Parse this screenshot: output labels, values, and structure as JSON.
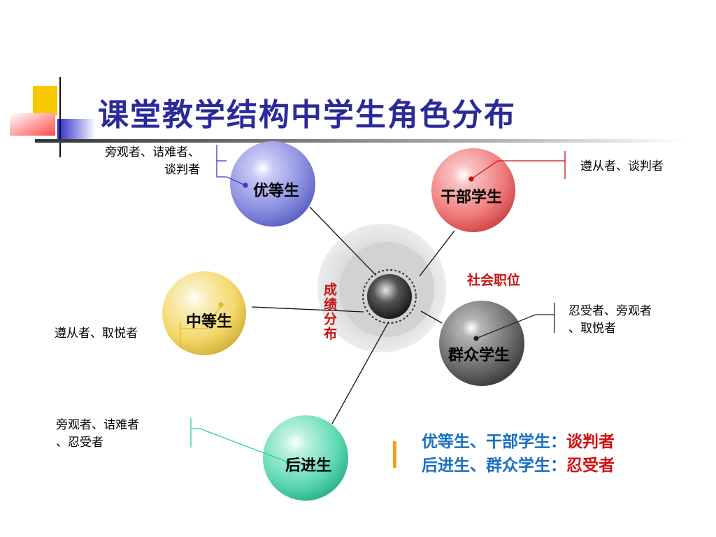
{
  "title": "课堂教学结构中学生角色分布",
  "center": {
    "grade_axis_label": "成绩分布",
    "social_axis_label": "社会职位"
  },
  "nodes": {
    "excellent": {
      "label": "优等生",
      "roles_line1": "旁观者、诘难者、",
      "roles_line2": "谈判者",
      "color": "#8a8ee0"
    },
    "cadre": {
      "label": "干部学生",
      "roles": "遵从者、谈判者",
      "color": "#f07a7a"
    },
    "average": {
      "label": "中等生",
      "roles": "遵从者、取悦者",
      "color": "#f3d86a"
    },
    "masses": {
      "label": "群众学生",
      "roles_line1": "忍受者、旁观者",
      "roles_line2": "、取悦者",
      "color": "#6a6a6a"
    },
    "lagging": {
      "label": "后进生",
      "roles_line1": "旁观者、诘难者",
      "roles_line2": "、忍受者",
      "color": "#5fd9b4"
    }
  },
  "summary": {
    "line1_prefix": "优等生、干部学生：",
    "line1_role": "谈判者",
    "line2_prefix": "后进生、群众学生：",
    "line2_role": "忍受者"
  }
}
